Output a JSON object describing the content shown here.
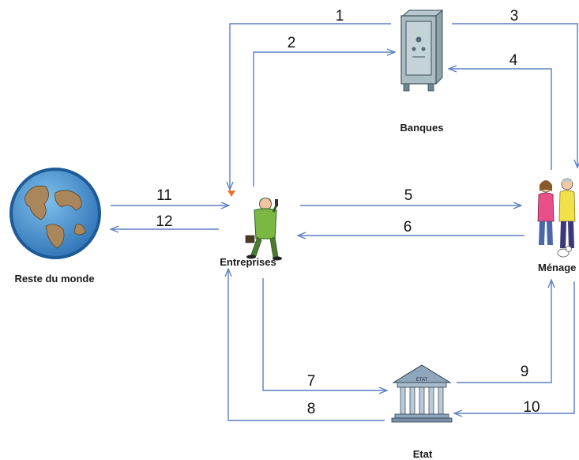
{
  "nodes": {
    "banques": {
      "label": "Banques"
    },
    "entreprises": {
      "label": "Entreprises"
    },
    "menages": {
      "label": "Ménage"
    },
    "etat": {
      "label": "Etat",
      "plaque": "ETAT"
    },
    "reste_du_monde": {
      "label": "Reste du monde"
    }
  },
  "flows": [
    "1",
    "2",
    "3",
    "4",
    "5",
    "6",
    "7",
    "8",
    "9",
    "10",
    "11",
    "12"
  ],
  "colors": {
    "arrow": "#5b7ec2",
    "text": "#111111",
    "marker": "#e8702a"
  }
}
